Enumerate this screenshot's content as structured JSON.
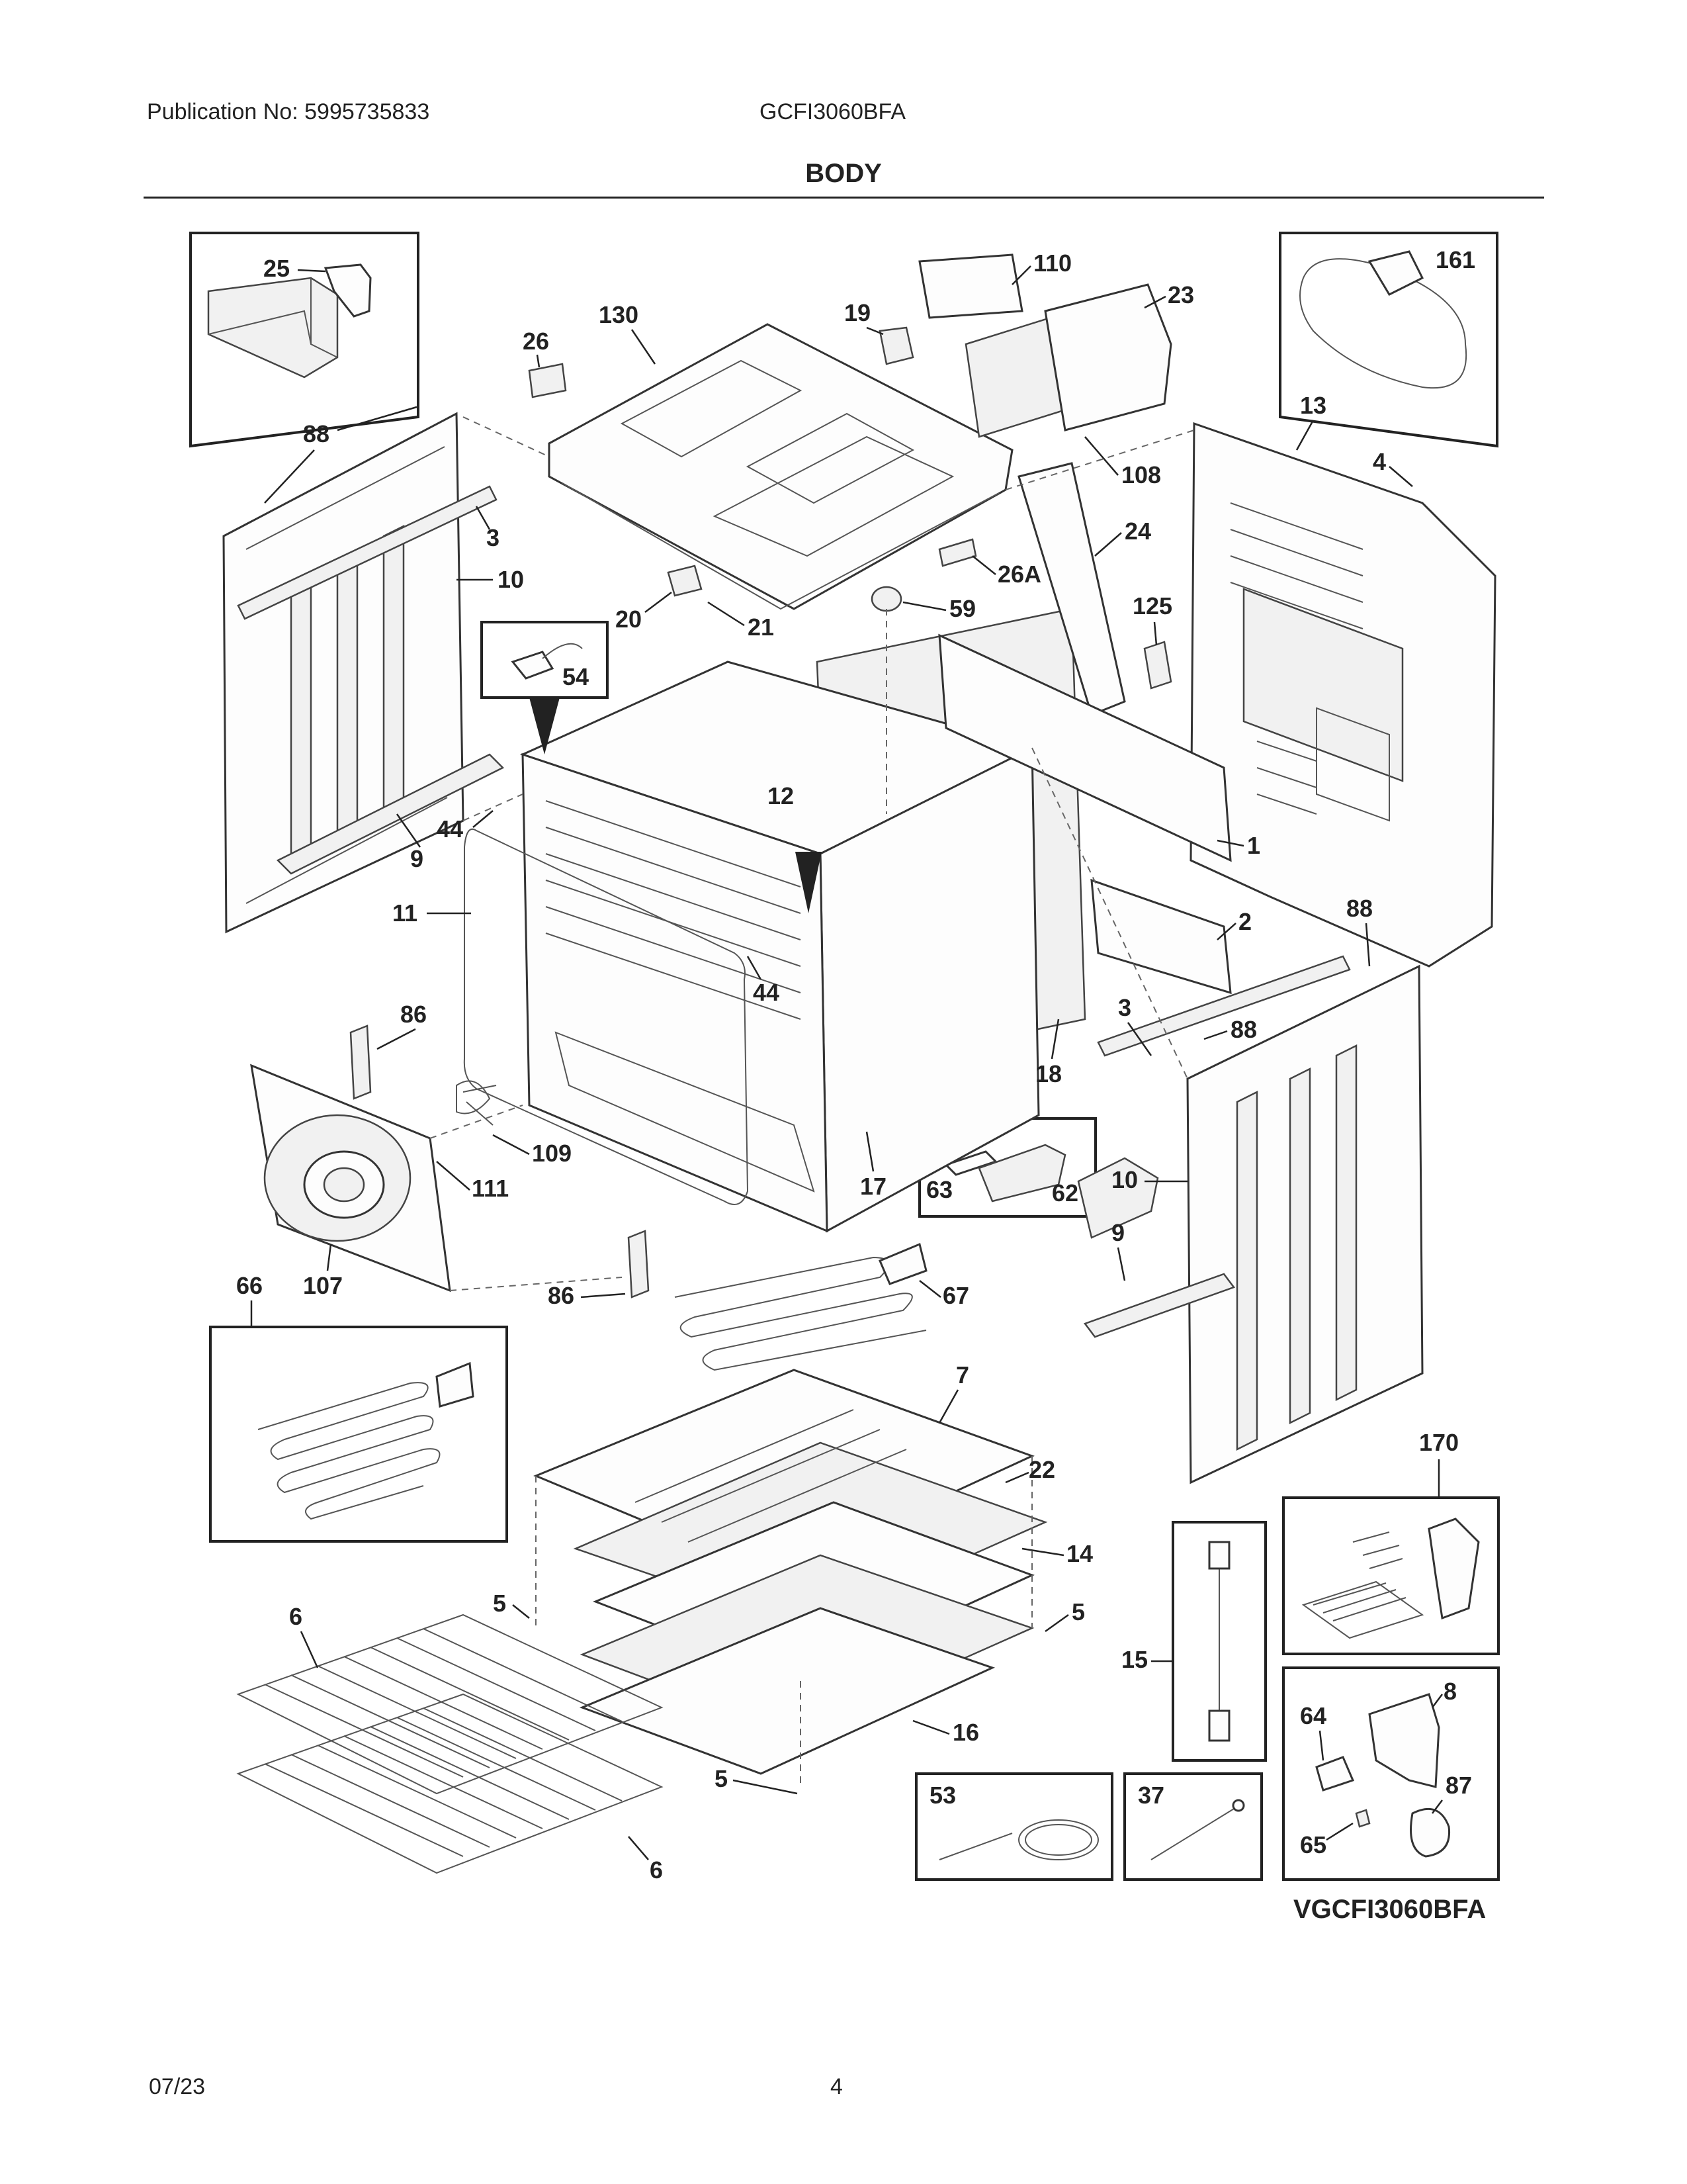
{
  "header": {
    "publication": "Publication No: 5995735833",
    "model": "GCFI3060BFA",
    "section_title": "BODY"
  },
  "diagram": {
    "code": "VGCFI3060BFA",
    "callouts": [
      "25",
      "88",
      "3",
      "10",
      "9",
      "44",
      "11",
      "86",
      "109",
      "111",
      "107",
      "66",
      "6",
      "5",
      "130",
      "26",
      "20",
      "21",
      "54",
      "12",
      "18",
      "17",
      "63",
      "62",
      "86",
      "67",
      "7",
      "22",
      "14",
      "16",
      "5",
      "19",
      "110",
      "23",
      "108",
      "24",
      "26A",
      "59",
      "125",
      "1",
      "2",
      "13",
      "161",
      "4",
      "88",
      "3",
      "88",
      "10",
      "9",
      "170",
      "15",
      "8",
      "64",
      "87",
      "65",
      "53",
      "37"
    ]
  },
  "footer": {
    "date": "07/23",
    "page": "4"
  }
}
